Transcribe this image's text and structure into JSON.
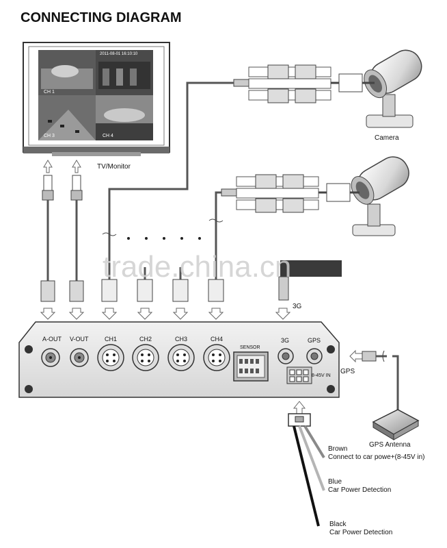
{
  "title": "CONNECTING DIAGRAM",
  "monitor": {
    "label": "TV/Monitor",
    "screen_texts": [
      "2011-08-01 16:10:10",
      "CH 1",
      "CH 4",
      "CH 3"
    ]
  },
  "cameras": [
    {
      "label": "Camera"
    },
    {
      "label": ""
    }
  ],
  "panel": {
    "ports": [
      {
        "label": "A-OUT"
      },
      {
        "label": "V-OUT"
      },
      {
        "label": "CH1"
      },
      {
        "label": "CH2"
      },
      {
        "label": "CH3"
      },
      {
        "label": "CH4"
      },
      {
        "label": "SENSOR"
      },
      {
        "label": "3G"
      },
      {
        "label": "GPS"
      }
    ],
    "power_label": "8-45V IN"
  },
  "antenna_3g_label": "3G",
  "gps": {
    "cable_label": "GPS",
    "antenna_label": "GPS Antenna"
  },
  "watermark": "trade.china.cn",
  "power_wires": [
    {
      "color_name": "Brown",
      "description": "Connect to car powe+(8-45V in)",
      "stroke": "#8a8a8a"
    },
    {
      "color_name": "Blue",
      "description": "Car Power Detection",
      "stroke": "#b5b5b5"
    },
    {
      "color_name": "Black",
      "description": "Car Power Detection",
      "stroke": "#111111"
    }
  ]
}
